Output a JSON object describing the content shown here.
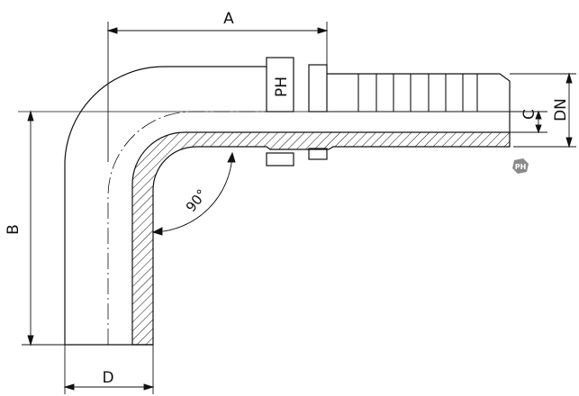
{
  "labels": {
    "dim_a": "A",
    "dim_b": "B",
    "dim_c": "C",
    "dim_d": "D",
    "dim_dn": "DN",
    "hex_label": "PH",
    "angle": "90°"
  },
  "logo": {
    "text": "PH"
  }
}
